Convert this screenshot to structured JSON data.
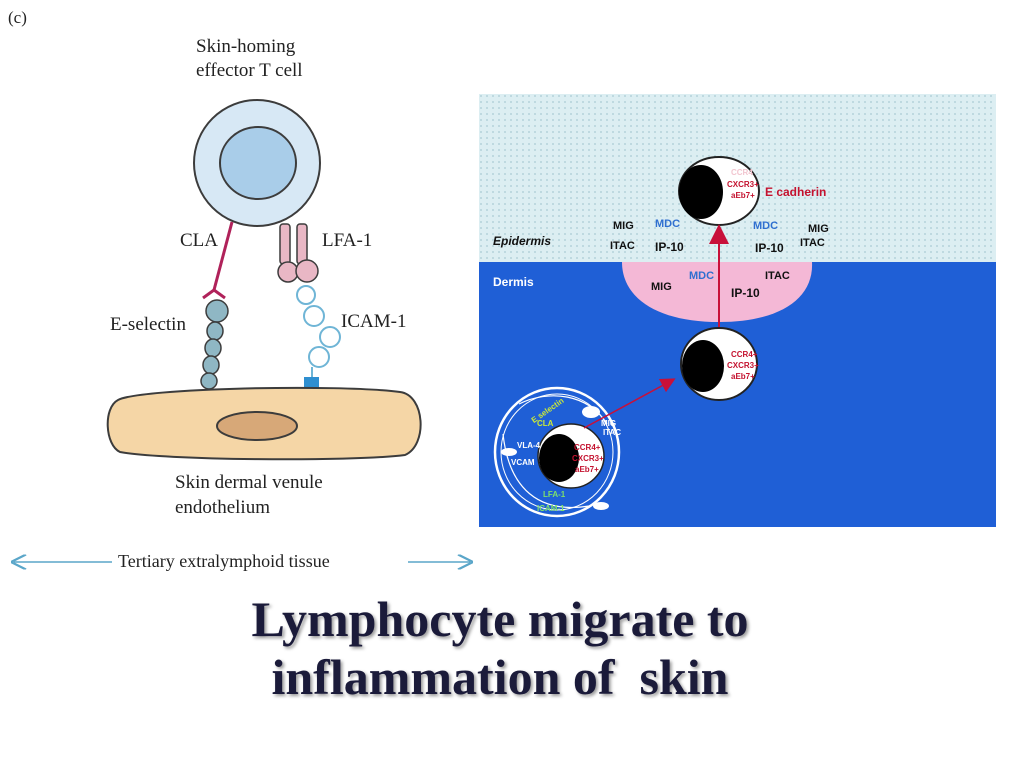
{
  "figure_label": "(c)",
  "left_diagram": {
    "cell_title_line1": "Skin-homing",
    "cell_title_line2": "effector T cell",
    "cla": "CLA",
    "lfa1": "LFA-1",
    "e_selectin": "E-selectin",
    "icam1": "ICAM-1",
    "endothelium_line1": "Skin dermal venule",
    "endothelium_line2": "endothelium",
    "tissue_caption": "Tertiary extralymphoid tissue",
    "colors": {
      "cell_fill": "#d7e8f5",
      "nucleus_fill": "#a9cde9",
      "endothelium_fill": "#f5d6a6",
      "cla_line": "#b0225a",
      "lfa_fill": "#e9b7c5",
      "chain_fill": "#8fb7c4",
      "arrow": "#5aa6c9"
    }
  },
  "right_panel": {
    "epidermis": "Epidermis",
    "dermis": "Dermis",
    "top_cell": {
      "ccr4": "CCR4",
      "cxcr3": "CXCR3+",
      "aeb7": "aEb7+"
    },
    "e_cadherin": "E cadherin",
    "mig": "MIG",
    "mdc": "MDC",
    "itac": "ITAC",
    "ip10": "IP-10",
    "mid_cell": {
      "ccr4": "CCR4+",
      "cxcr3": "CXCR3+",
      "aeb7": "aEb7+"
    },
    "vessel": {
      "e_selectin": "E selectin",
      "cla": "CLA",
      "vla4": "VLA-4",
      "vcam": "VCAM",
      "lfa1": "LFA-1",
      "icam1": "ICAM-1",
      "mig": "MIG",
      "itac": "ITAC",
      "ccr4": "CCR4+",
      "cxcr3": "CXCR3+",
      "aeb7": "aEb7+"
    },
    "colors": {
      "epidermis_bg": "#dceef2",
      "dermis_bg": "#1f5fd6",
      "blob": "#f4b8d6",
      "red_text": "#c4122f",
      "blue_text": "#2f6fd0",
      "arrow": "#c8103a"
    }
  },
  "slide_title_line1": "Lymphocyte migrate to",
  "slide_title_line2": "inflammation of  skin"
}
